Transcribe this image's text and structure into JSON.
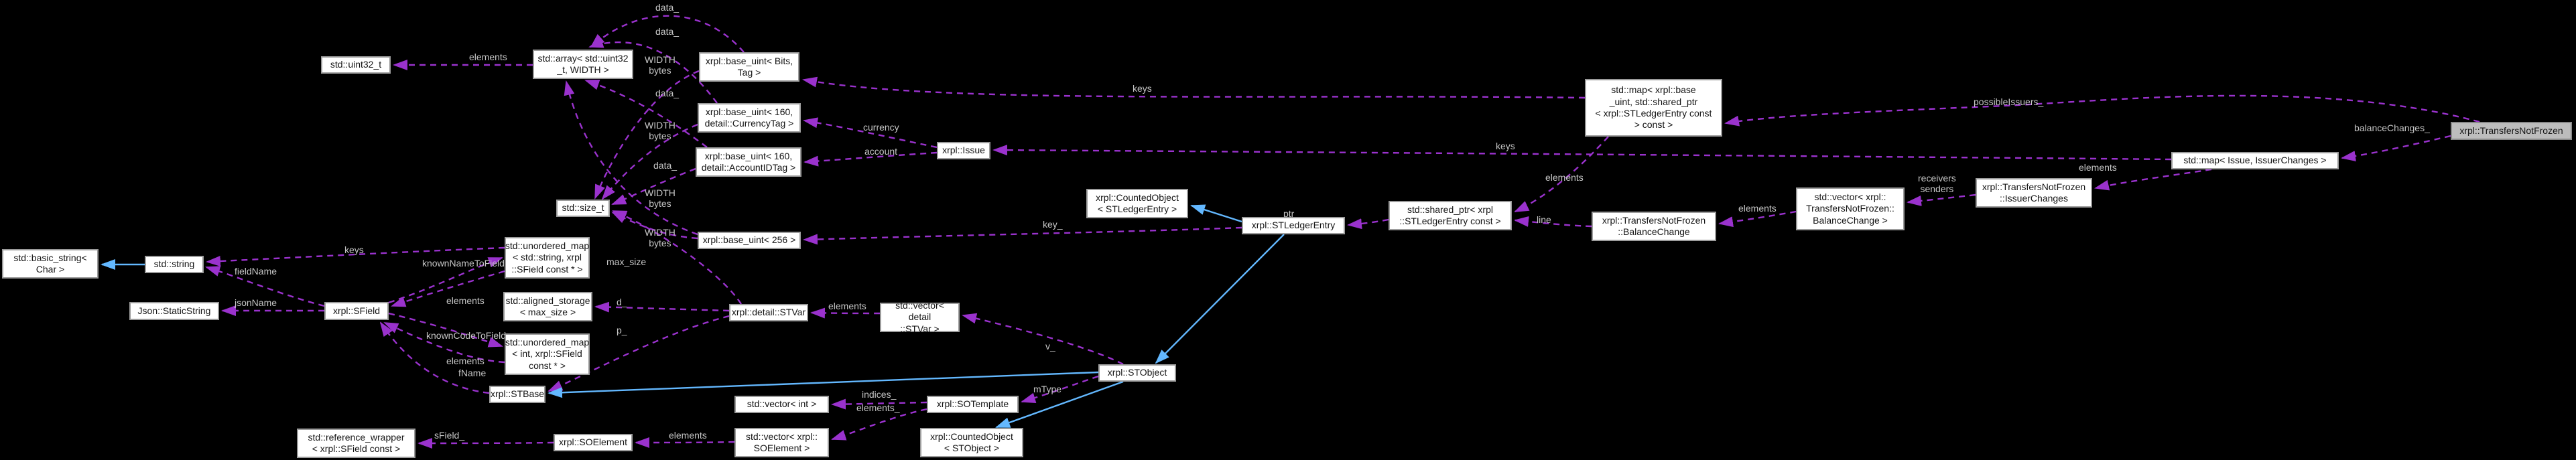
{
  "diagram": {
    "kind": "collaboration-graph",
    "main_class": "xrpl::TransfersNotFrozen",
    "colors": {
      "background": "#000000",
      "node_fill": "#ffffff",
      "node_border": "#9c9c9c",
      "node_text": "#141414",
      "main_node_fill": "#bdbdbd",
      "composition_edge": "#9a32cd",
      "inheritance_edge": "#63b8ff",
      "edge_label": "#c6c6c6"
    },
    "nodes": [
      {
        "id": "uint32",
        "label": "std::uint32_t"
      },
      {
        "id": "array",
        "label": "std::array< std::uint32\n_t, WIDTH >"
      },
      {
        "id": "buBitsTag",
        "label": "xrpl::base_uint< Bits,\nTag >"
      },
      {
        "id": "buCurrency",
        "label": "xrpl::base_uint< 160,\ndetail::CurrencyTag >"
      },
      {
        "id": "buAccount",
        "label": "xrpl::base_uint< 160,\ndetail::AccountIDTag >"
      },
      {
        "id": "sizet",
        "label": "std::size_t"
      },
      {
        "id": "bu256",
        "label": "xrpl::base_uint< 256 >"
      },
      {
        "id": "basicString",
        "label": "std::basic_string<\nChar >"
      },
      {
        "id": "stdString",
        "label": "std::string"
      },
      {
        "id": "jsonStaticString",
        "label": "Json::StaticString"
      },
      {
        "id": "sfield",
        "label": "xrpl::SField"
      },
      {
        "id": "umapString",
        "label": "std::unordered_map\n< std::string, xrpl\n::SField const * >"
      },
      {
        "id": "alignedStorage",
        "label": "std::aligned_storage\n< max_size >"
      },
      {
        "id": "umapInt",
        "label": "std::unordered_map\n< int, xrpl::SField\nconst * >"
      },
      {
        "id": "stbase",
        "label": "xrpl::STBase"
      },
      {
        "id": "refWrapper",
        "label": "std::reference_wrapper\n< xrpl::SField const >"
      },
      {
        "id": "soElement",
        "label": "xrpl::SOElement"
      },
      {
        "id": "vecSOElement",
        "label": "std::vector< xrpl::\nSOElement >"
      },
      {
        "id": "countedSTObject",
        "label": "xrpl::CountedObject\n< STObject >"
      },
      {
        "id": "vecInt",
        "label": "std::vector< int >"
      },
      {
        "id": "soTemplate",
        "label": "xrpl::SOTemplate"
      },
      {
        "id": "stObject",
        "label": "xrpl::STObject"
      },
      {
        "id": "stVar",
        "label": "xrpl::detail::STVar"
      },
      {
        "id": "vecSTVar",
        "label": "std::vector< detail\n::STVar >"
      },
      {
        "id": "countedSLE",
        "label": "xrpl::CountedObject\n< STLedgerEntry >"
      },
      {
        "id": "stLedgerEntry",
        "label": "xrpl::STLedgerEntry"
      },
      {
        "id": "sharedPtrSLE",
        "label": "std::shared_ptr< xrpl\n::STLedgerEntry const >"
      },
      {
        "id": "issue",
        "label": "xrpl::Issue"
      },
      {
        "id": "mapBaseUint",
        "label": "std::map< xrpl::base\n_uint, std::shared_ptr\n< xrpl::STLedgerEntry const\n> const >"
      },
      {
        "id": "mapIssueChanges",
        "label": "std::map< Issue, IssuerChanges >"
      },
      {
        "id": "issuerChanges",
        "label": "xrpl::TransfersNotFrozen\n::IssuerChanges"
      },
      {
        "id": "vecBalanceChange",
        "label": "std::vector< xrpl::\nTransfersNotFrozen::\nBalanceChange >"
      },
      {
        "id": "balanceChange",
        "label": "xrpl::TransfersNotFrozen\n::BalanceChange"
      },
      {
        "id": "transfersNotFrozen",
        "label": "xrpl::TransfersNotFrozen",
        "main": true
      }
    ],
    "edges": [
      {
        "from": "array",
        "to": "uint32",
        "label": "elements",
        "type": "ref"
      },
      {
        "from": "buBitsTag",
        "to": "array",
        "label": "data_",
        "type": "ref"
      },
      {
        "from": "buCurrency",
        "to": "array",
        "label": "data_",
        "type": "ref"
      },
      {
        "from": "buAccount",
        "to": "array",
        "label": "data_",
        "type": "ref"
      },
      {
        "from": "bu256",
        "to": "array",
        "label": "data_",
        "type": "ref"
      },
      {
        "from": "buBitsTag",
        "to": "sizet",
        "label": "WIDTH\nbytes",
        "type": "ref"
      },
      {
        "from": "buCurrency",
        "to": "sizet",
        "label": "WIDTH\nbytes",
        "type": "ref"
      },
      {
        "from": "buAccount",
        "to": "sizet",
        "label": "WIDTH\nbytes",
        "type": "ref"
      },
      {
        "from": "bu256",
        "to": "sizet",
        "label": "WIDTH\nbytes",
        "type": "ref"
      },
      {
        "from": "issue",
        "to": "buCurrency",
        "label": "currency",
        "type": "ref"
      },
      {
        "from": "issue",
        "to": "buAccount",
        "label": "account",
        "type": "ref"
      },
      {
        "from": "mapBaseUint",
        "to": "buBitsTag",
        "label": "keys",
        "type": "ref"
      },
      {
        "from": "mapIssueChanges",
        "to": "issue",
        "label": "keys",
        "type": "ref"
      },
      {
        "from": "transfersNotFrozen",
        "to": "mapBaseUint",
        "label": "possibleIssuers_",
        "type": "ref"
      },
      {
        "from": "transfersNotFrozen",
        "to": "mapIssueChanges",
        "label": "balanceChanges_",
        "type": "ref"
      },
      {
        "from": "mapIssueChanges",
        "to": "issuerChanges",
        "label": "elements",
        "type": "ref"
      },
      {
        "from": "issuerChanges",
        "to": "vecBalanceChange",
        "label": "receivers\nsenders",
        "type": "ref"
      },
      {
        "from": "vecBalanceChange",
        "to": "balanceChange",
        "label": "elements",
        "type": "ref"
      },
      {
        "from": "balanceChange",
        "to": "sharedPtrSLE",
        "label": "line",
        "type": "ref"
      },
      {
        "from": "mapBaseUint",
        "to": "sharedPtrSLE",
        "label": "elements",
        "type": "ref"
      },
      {
        "from": "sharedPtrSLE",
        "to": "stLedgerEntry",
        "label": "ptr",
        "type": "ref"
      },
      {
        "from": "stLedgerEntry",
        "to": "bu256",
        "label": "key_",
        "type": "ref"
      },
      {
        "from": "stObject",
        "to": "vecSTVar",
        "label": "v_",
        "type": "ref"
      },
      {
        "from": "stObject",
        "to": "soTemplate",
        "label": "mType",
        "type": "ref"
      },
      {
        "from": "soTemplate",
        "to": "vecInt",
        "label": "indices_",
        "type": "ref"
      },
      {
        "from": "soTemplate",
        "to": "vecSOElement",
        "label": "elements_",
        "type": "ref"
      },
      {
        "from": "vecSOElement",
        "to": "soElement",
        "label": "elements",
        "type": "ref"
      },
      {
        "from": "soElement",
        "to": "refWrapper",
        "label": "sField_",
        "type": "ref"
      },
      {
        "from": "stbase",
        "to": "sfield",
        "label": "fName",
        "type": "ref"
      },
      {
        "from": "umapString",
        "to": "sfield",
        "label": "elements",
        "type": "ref"
      },
      {
        "from": "sfield",
        "to": "umapString",
        "label": "knownNameToField",
        "type": "ref"
      },
      {
        "from": "sfield",
        "to": "umapInt",
        "label": "knownCodeToField",
        "type": "ref"
      },
      {
        "from": "umapInt",
        "to": "sfield",
        "label": "elements",
        "type": "ref"
      },
      {
        "from": "sfield",
        "to": "jsonStaticString",
        "label": "jsonName",
        "type": "ref"
      },
      {
        "from": "sfield",
        "to": "stdString",
        "label": "fieldName",
        "type": "ref"
      },
      {
        "from": "umapString",
        "to": "stdString",
        "label": "keys",
        "type": "ref"
      },
      {
        "from": "stVar",
        "to": "alignedStorage",
        "label": "d_",
        "type": "ref"
      },
      {
        "from": "stVar",
        "to": "sizet",
        "label": "max_size",
        "type": "ref"
      },
      {
        "from": "stVar",
        "to": "stbase",
        "label": "p_",
        "type": "ref"
      },
      {
        "from": "vecSTVar",
        "to": "stVar",
        "label": "elements",
        "type": "ref"
      },
      {
        "from": "stdString",
        "to": "basicString",
        "label": "",
        "type": "inherit"
      },
      {
        "from": "stObject",
        "to": "stbase",
        "label": "",
        "type": "inherit"
      },
      {
        "from": "stLedgerEntry",
        "to": "stObject",
        "label": "",
        "type": "inherit"
      },
      {
        "from": "stLedgerEntry",
        "to": "countedSLE",
        "label": "",
        "type": "inherit"
      },
      {
        "from": "stObject",
        "to": "countedSTObject",
        "label": "",
        "type": "inherit"
      }
    ]
  }
}
